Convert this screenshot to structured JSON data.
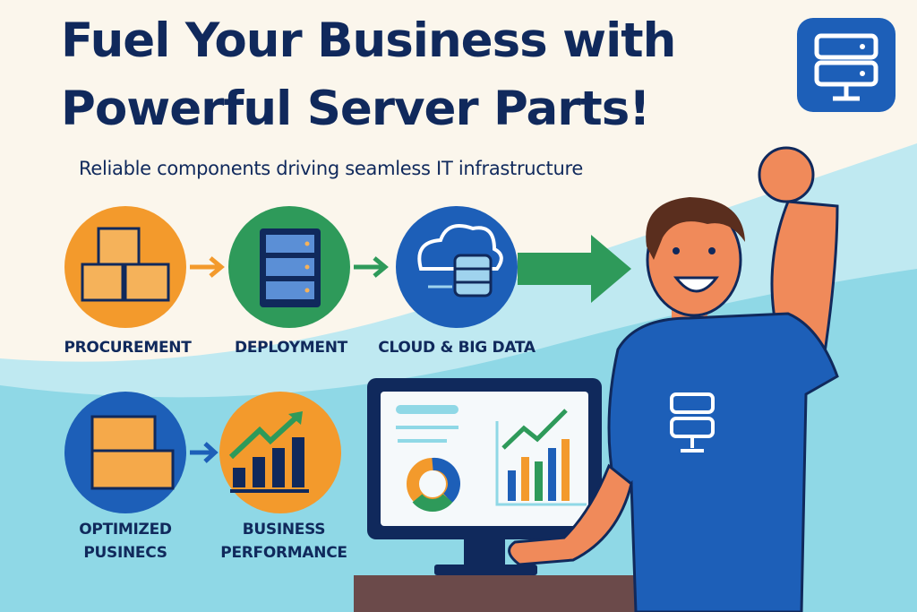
{
  "headline": {
    "line1": "Fuel Your Business with",
    "line2": "Powerful Server Parts!"
  },
  "subtitle": "Reliable components driving seamless IT infrastructure",
  "flow_row1": [
    {
      "label": "PROCUREMENT",
      "icon": "boxes-icon",
      "color": "#f39a2c"
    },
    {
      "label": "DEPLOYMENT",
      "icon": "server-rack-icon",
      "color": "#2e9a5a"
    },
    {
      "label": "CLOUD & BIG DATA",
      "icon": "cloud-database-icon",
      "color": "#1d5fb8"
    }
  ],
  "flow_row2": [
    {
      "label_line1": "OPTIMIZED",
      "label_line2": "PUSINECS",
      "icon": "boxes-icon",
      "color": "#1d5fb8"
    },
    {
      "label_line1": "BUSINESS",
      "label_line2": "PERFORMANCE",
      "icon": "growth-chart-icon",
      "color": "#f39a2c"
    }
  ],
  "colors": {
    "navy": "#10295c",
    "blue": "#1d5fb8",
    "orange": "#f39a2c",
    "green": "#2e9a5a",
    "cream": "#fbf6ec",
    "sky": "#8fd8e6"
  }
}
